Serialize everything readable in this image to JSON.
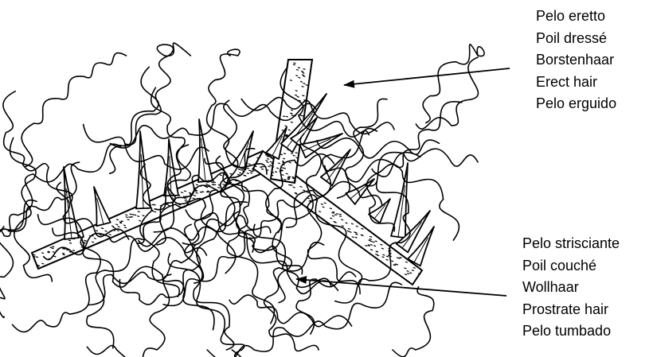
{
  "erect_hair_labels": [
    "Pelo eretto",
    "Poil dressé",
    "Borstenhaar",
    "Erect hair",
    "Pelo erguido"
  ],
  "prostrate_hair_labels": [
    "Pelo strisciante",
    "Poil couché",
    "Wollhaar",
    "Prostrate hair",
    "Pelo tumbado"
  ],
  "colors": {
    "ink": "#000000",
    "background": "#ffffff"
  }
}
